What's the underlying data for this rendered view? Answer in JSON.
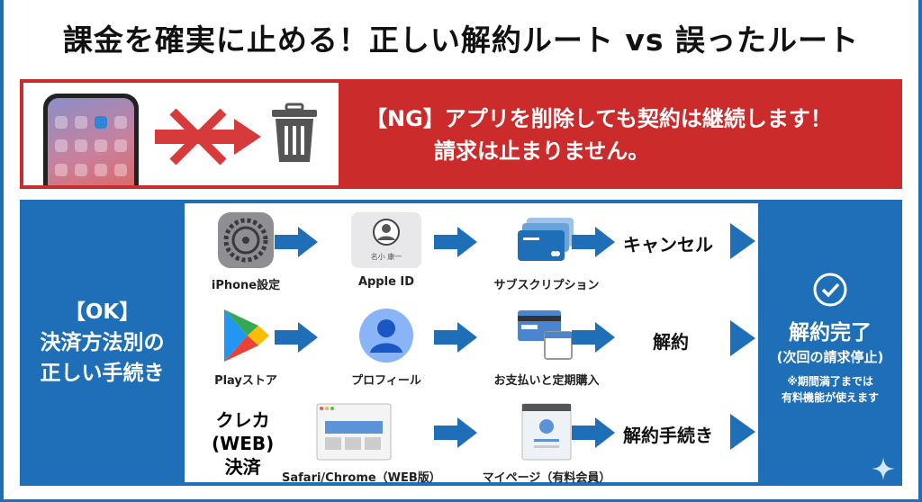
{
  "title": "課金を確実に止める！正しい解約ルート vs 誤ったルート",
  "ng": {
    "line1": "【NG】アプリを削除しても契約は継続します！",
    "line2": "請求は止まりません。"
  },
  "ok": {
    "label_lines": [
      "【OK】",
      "決済方法別の",
      "正しい手続き"
    ]
  },
  "routes": [
    {
      "steps": [
        "iPhone設定",
        "Apple ID",
        "サブスクリプション"
      ],
      "end": "キャンセル",
      "apple_id_name": "名小 康一"
    },
    {
      "steps": [
        "Playストア",
        "プロフィール",
        "お支払いと定期購入"
      ],
      "end": "解約"
    },
    {
      "title_lines": [
        "クレカ",
        "(WEB)",
        "決済"
      ],
      "steps": [
        "Safari/Chrome（WEB版）",
        "マイページ（有料会員）"
      ],
      "end": "解約手続き"
    }
  ],
  "result": {
    "title": "解約完了",
    "subtitle": "(次回の請求停止)",
    "note_lines": [
      "※期間満了までは",
      "有料機能が使えます"
    ]
  },
  "colors": {
    "ok_blue": "#1e6fb8",
    "ng_red": "#cc2b2b"
  }
}
